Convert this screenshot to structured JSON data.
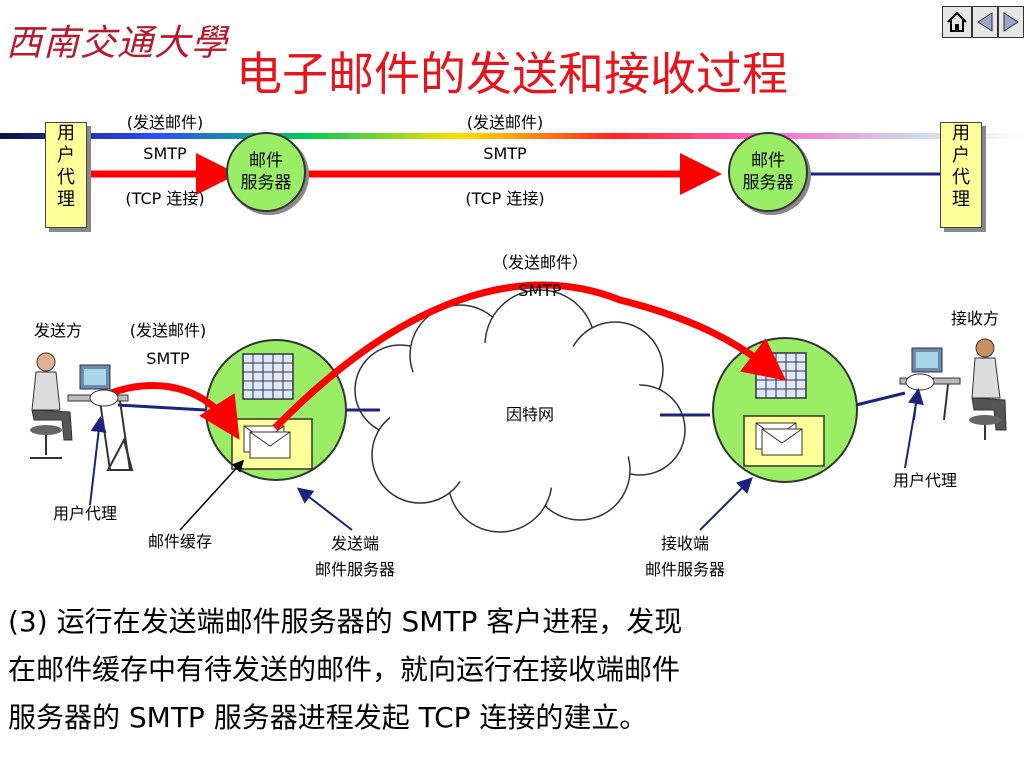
{
  "header": {
    "logo_text": "西南交通大學",
    "title": "电子邮件的发送和接收过程"
  },
  "nav": {
    "home_icon": "home-icon",
    "prev_icon": "prev-triangle-icon",
    "next_icon": "next-triangle-icon"
  },
  "top_diagram": {
    "user_agent_label": [
      "用",
      "户",
      "代",
      "理"
    ],
    "mail_server_label": [
      "邮件",
      "服务器"
    ],
    "send_mail_1": "(发送邮件)",
    "smtp_1": "SMTP",
    "tcp_1": "(TCP 连接)",
    "send_mail_2": "(发送邮件)",
    "smtp_2": "SMTP",
    "tcp_2": "(TCP 连接)"
  },
  "bottom_diagram": {
    "arc_send_mail": "（发送邮件）",
    "arc_smtp": "SMTP",
    "sender": "发送方",
    "left_send_mail": "(发送邮件)",
    "left_smtp": "SMTP",
    "receiver": "接收方",
    "internet": "因特网",
    "user_agent_left": "用户代理",
    "user_agent_right": "用户代理",
    "mail_buffer": "邮件缓存",
    "sender_server_1": "发送端",
    "sender_server_2": "邮件服务器",
    "receiver_server_1": "接收端",
    "receiver_server_2": "邮件服务器"
  },
  "description": {
    "line1": "(3) 运行在发送端邮件服务器的 SMTP 客户进程，发现",
    "line2": "在邮件缓存中有待发送的邮件，就向运行在接收端邮件",
    "line3": "服务器的 SMTP 服务器进程发起 TCP 连接的建立。"
  },
  "colors": {
    "title": "#e8141c",
    "arrow_red": "#ff0000",
    "server_green": "#99ee66",
    "box_yellow": "#ffff99",
    "line_blue": "#1a237e"
  }
}
